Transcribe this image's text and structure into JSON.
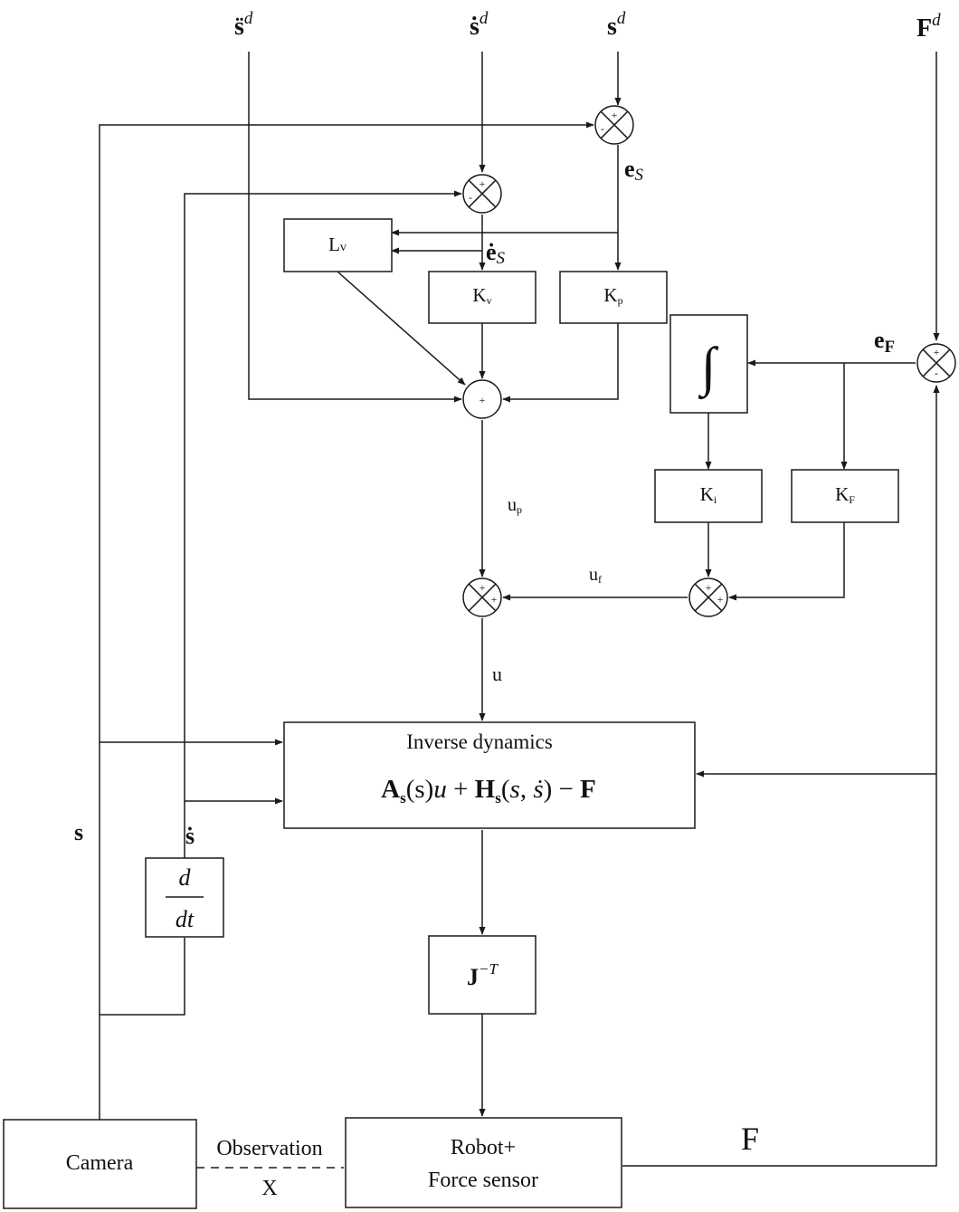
{
  "inputs": {
    "sdd": "s̈",
    "sd_dot": "ṡ",
    "sd": "s",
    "Fd": "F",
    "sup_d": "d"
  },
  "blocks": {
    "lv_main": "L",
    "lv_sub": "v",
    "kv_main": "K",
    "kv_sub": "v",
    "kp_main": "K",
    "kp_sub": "p",
    "ki_main": "K",
    "ki_sub": "i",
    "kf_main": "K",
    "kf_sub": "F",
    "integral": "∫",
    "inverse_title": "Inverse dynamics",
    "jacobian": "J",
    "jacobian_exp": "−T",
    "ddt_num": "d",
    "ddt_den": "dt",
    "camera": "Camera",
    "robot_line1": "Robot+",
    "robot_line2": "Force sensor"
  },
  "equation": {
    "A": "A",
    "A_sub": "s",
    "A_arg": "(s)",
    "u": "u",
    "plus": " + ",
    "H": "H",
    "H_sub": "s",
    "H_open": "(",
    "H_s": "s",
    "H_comma": ", ",
    "H_sdot": "ṡ",
    "H_close": ")",
    "minus": " − ",
    "F": "F"
  },
  "signals": {
    "e_s_main": "e",
    "e_s_sub": "S",
    "edot_s_main": "ė",
    "edot_s_sub": "S",
    "e_F_main": "e",
    "e_F_sub": "F",
    "u_p_main": "u",
    "u_p_sub": "p",
    "u_f_main": "u",
    "u_f_sub": "f",
    "u": "u",
    "s": "s",
    "s_dot": "ṡ",
    "F_out": "F",
    "observation": "Observation",
    "x": "X"
  },
  "signs": {
    "plus": "+",
    "minus": "-"
  }
}
